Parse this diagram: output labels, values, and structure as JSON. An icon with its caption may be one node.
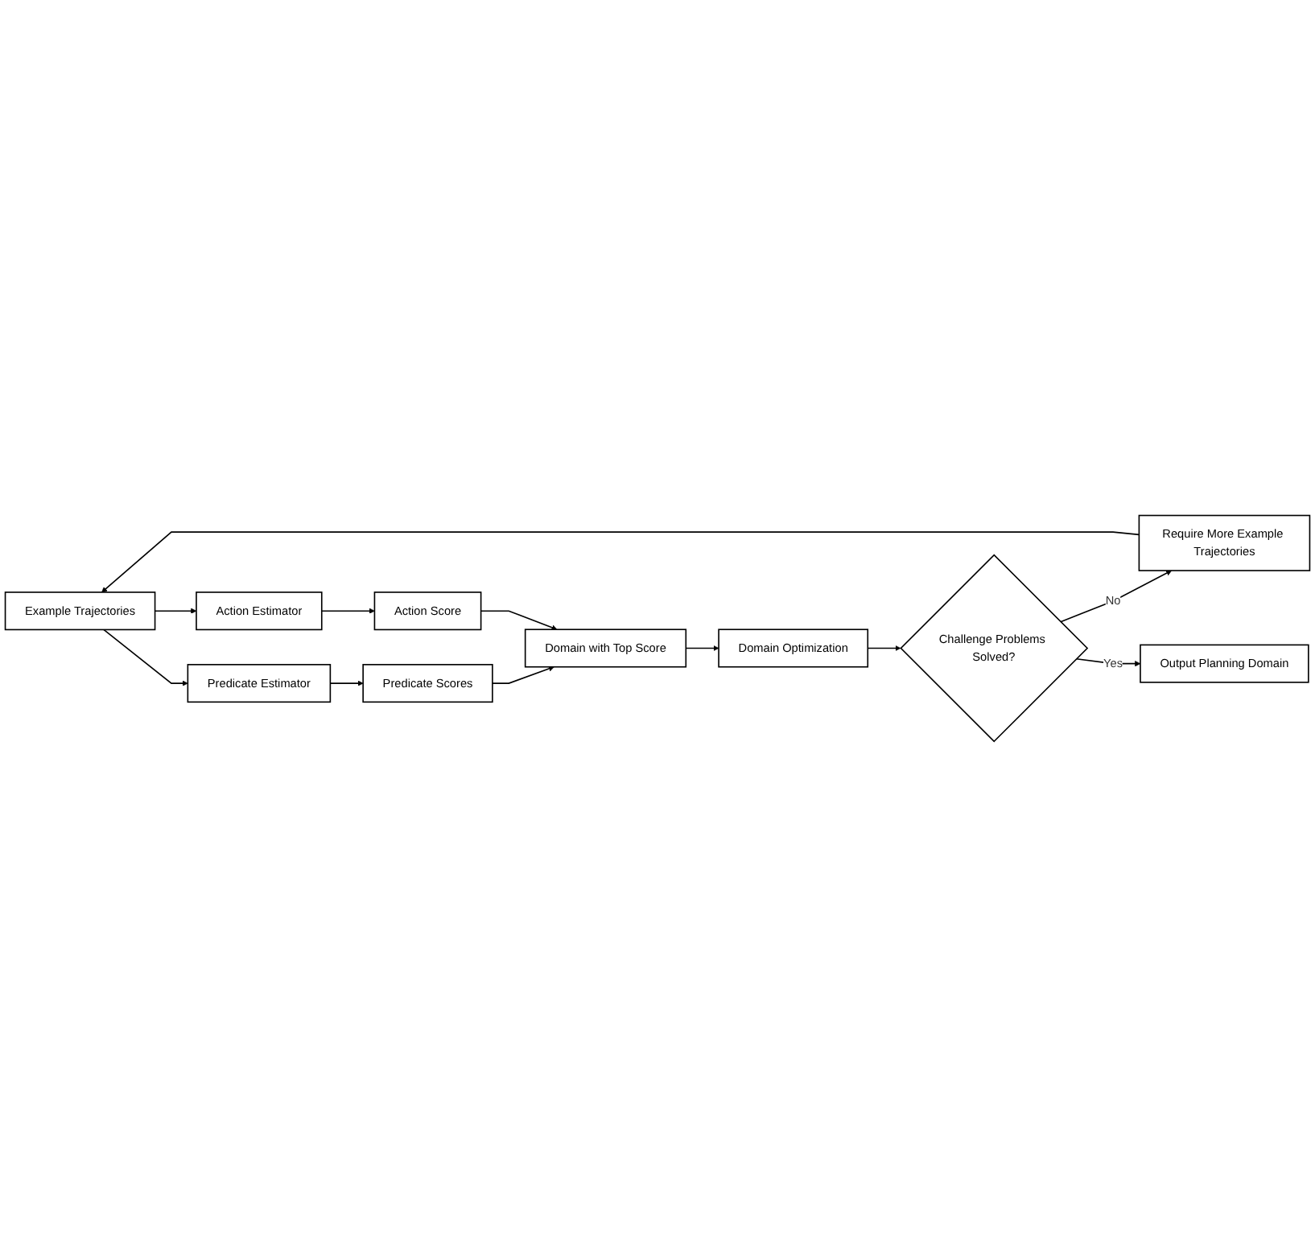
{
  "diagram": {
    "nodes": [
      {
        "text": [
          "Example Trajectories"
        ]
      },
      {
        "text": [
          "Predicate Estimator"
        ]
      },
      {
        "text": [
          "Predicate Scores"
        ]
      },
      {
        "text": [
          "Action Estimator"
        ]
      },
      {
        "text": [
          "Action Score"
        ]
      },
      {
        "text": [
          "Domain Optimization"
        ]
      },
      {
        "text": [
          "Domain with Top Score"
        ]
      },
      {
        "text": [
          "Challenge Problems Solved?"
        ]
      },
      {
        "text": [
          "Require More Example Trajectories"
        ]
      },
      {
        "text": [
          "Output Planning Domain"
        ]
      }
    ],
    "edges": [
      {
        "from": 0,
        "to": 1,
        "arrow": "to"
      },
      {
        "from": 0,
        "to": 3,
        "arrow": "to"
      },
      {
        "from": 1,
        "to": 2,
        "arrow": "to"
      },
      {
        "from": 3,
        "to": 4,
        "arrow": "to"
      },
      {
        "from": 2,
        "to": 6,
        "arrow": "to"
      },
      {
        "from": 4,
        "to": 6,
        "arrow": "to"
      },
      {
        "from": 6,
        "to": 5,
        "arrow": "to"
      },
      {
        "from": 5,
        "to": 7,
        "arrow": "to"
      },
      {
        "from": 7,
        "to": 8,
        "label": "No",
        "arrow": "to"
      },
      {
        "from": 7,
        "to": 9,
        "label": "Yes",
        "arrow": "to"
      },
      {
        "from": 8,
        "to": 0,
        "arrow": "to"
      }
    ]
  }
}
